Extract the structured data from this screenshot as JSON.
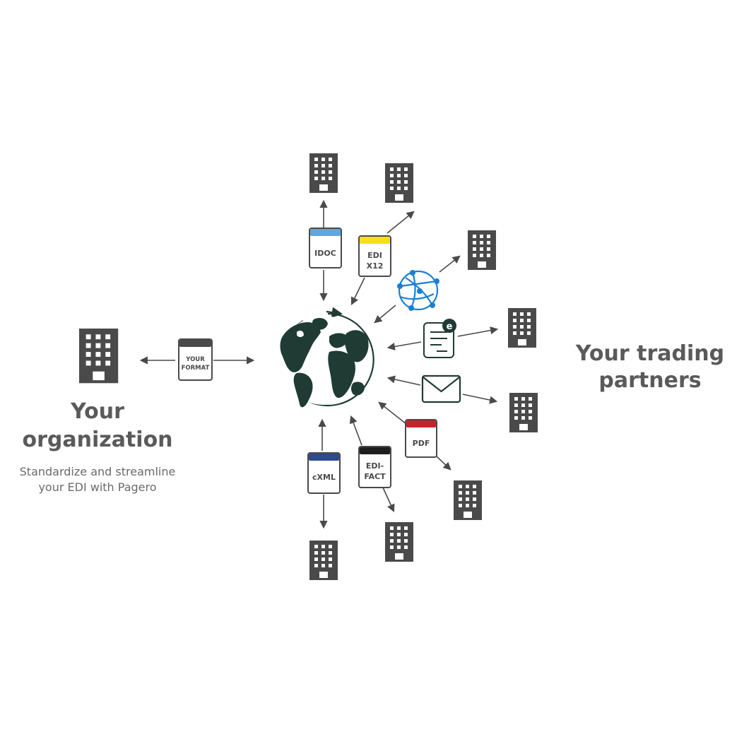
{
  "organization": {
    "title": "Your organization",
    "subtitle_line1": "Standardize and streamline",
    "subtitle_line2": "your EDI with Pagero"
  },
  "partners": {
    "title": "Your trading partners"
  },
  "documents": {
    "your_format": {
      "line1": "YOUR",
      "line2": "FORMAT",
      "color": "#4a4a4a"
    },
    "idoc": {
      "label": "IDOC",
      "color": "#5aa9e6"
    },
    "edi_x12": {
      "line1": "EDI",
      "line2": "X12",
      "color": "#f5e01a"
    },
    "cxml": {
      "label": "cXML",
      "color": "#2f4a8a"
    },
    "edifact": {
      "line1": "EDI-",
      "line2": "FACT",
      "color": "#1e1e1e"
    },
    "pdf": {
      "label": "PDF",
      "color": "#c8222c"
    },
    "einvoice_badge": "e"
  },
  "icons": [
    "building-icon",
    "globe-icon",
    "network-icon",
    "e-invoice-icon",
    "envelope-icon",
    "document-icon",
    "arrow-icon"
  ],
  "colors": {
    "dark": "#4a4a4a",
    "globe": "#1f3b33",
    "network": "#1a7fd4",
    "text": "#5a5a5a"
  }
}
